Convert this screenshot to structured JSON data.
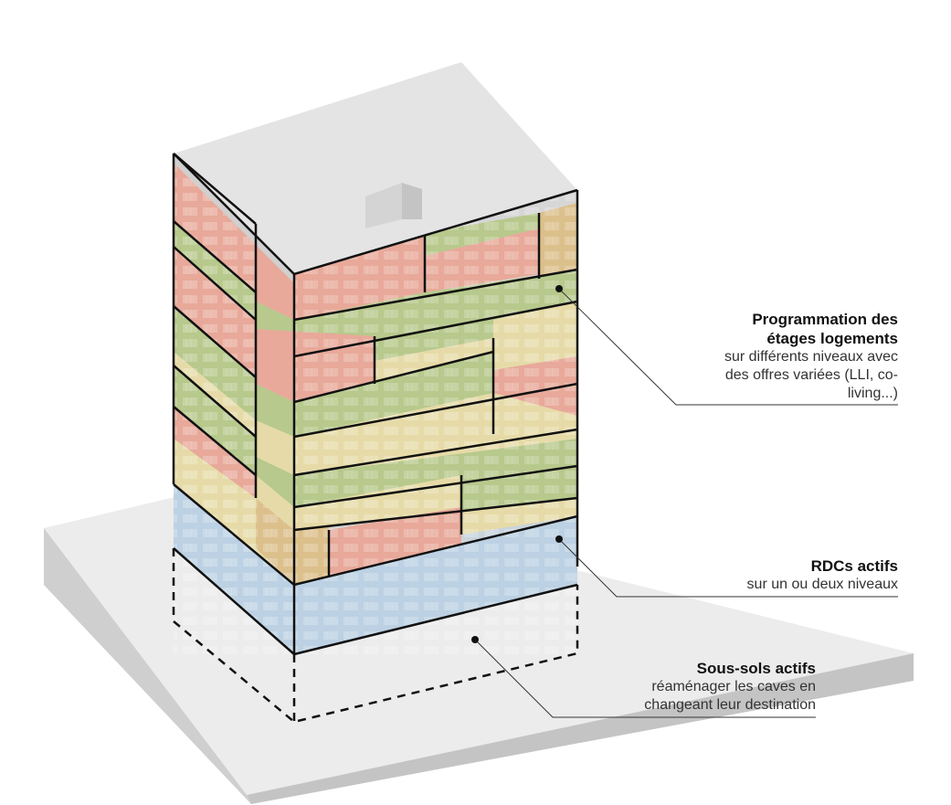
{
  "annotations": {
    "logements": {
      "title_line1": "Programmation des",
      "title_line2": "étages logements",
      "desc_line1": "sur différents niveaux avec",
      "desc_line2": "des offres variées (LLI, co-",
      "desc_line3": "living...)"
    },
    "rdc": {
      "title": "RDCs actifs",
      "desc": "sur un ou deux niveaux"
    },
    "soussols": {
      "title": "Sous-sols actifs",
      "desc_line1": "réaménager les caves en",
      "desc_line2": "changeant leur destination"
    }
  },
  "colors": {
    "logement_rose": "#e8a99a",
    "logement_vert": "#b7c98c",
    "logement_jaune": "#e6dba8",
    "rdc_bleu": "#bcd1e3",
    "socle": "#dedede",
    "toit": "#e3e3e3",
    "contour": "#111111"
  }
}
